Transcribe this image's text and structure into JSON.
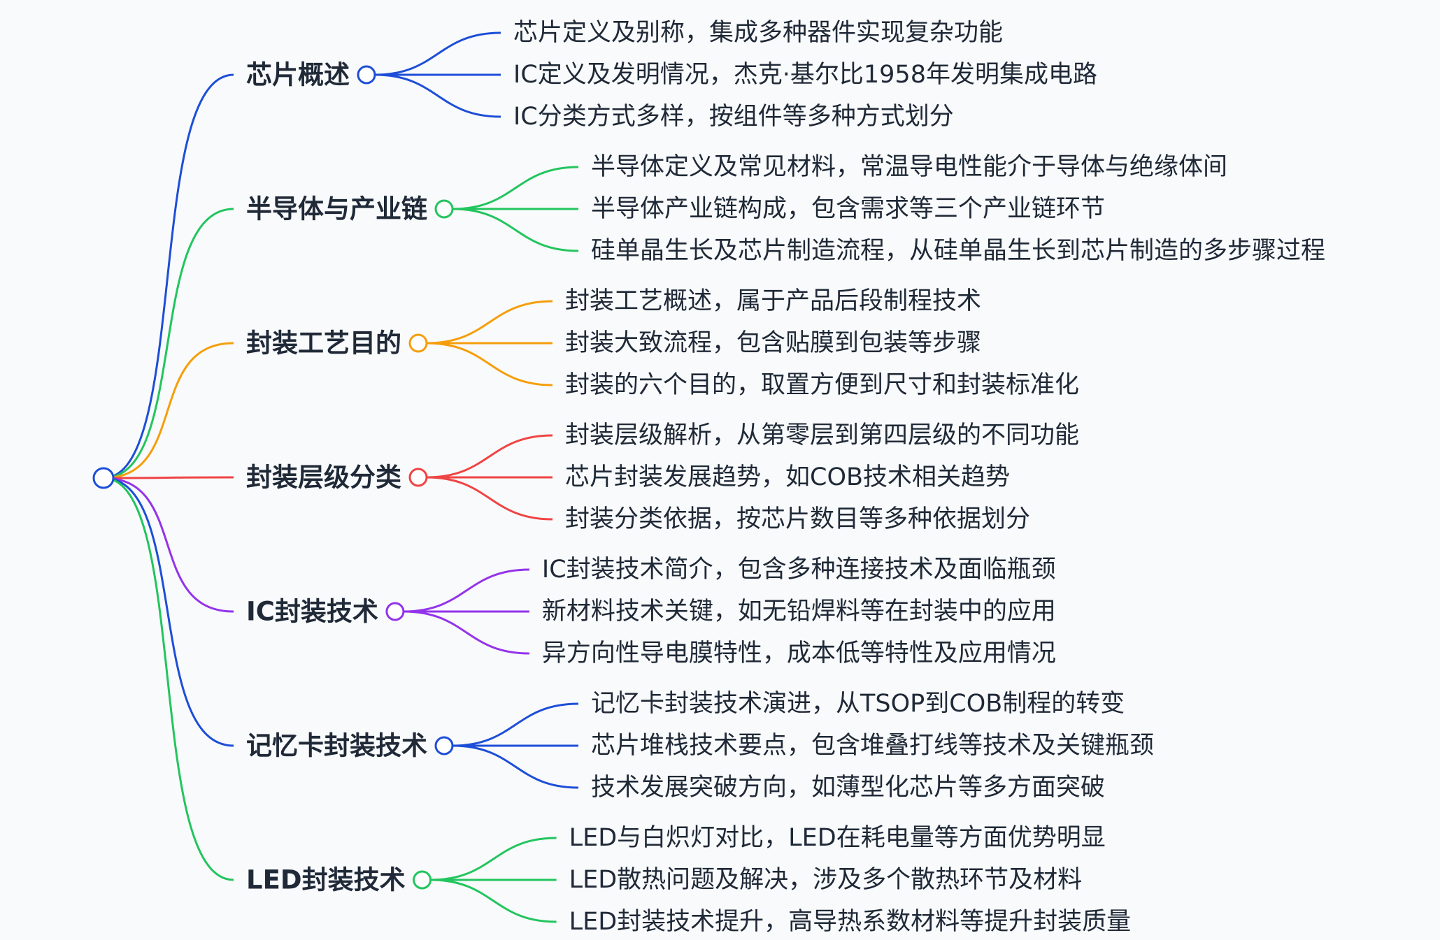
{
  "mindmap": {
    "branches": [
      {
        "id": "chip-overview",
        "label": "芯片概述",
        "color": "#1d4ed8",
        "children": [
          "芯片定义及别称，集成多种器件实现复杂功能",
          "IC定义及发明情况，杰克·基尔比1958年发明集成电路",
          "IC分类方式多样，按组件等多种方式划分"
        ]
      },
      {
        "id": "semiconductor-chain",
        "label": "半导体与产业链",
        "color": "#22c55e",
        "children": [
          "半导体定义及常见材料，常温导电性能介于导体与绝缘体间",
          "半导体产业链构成，包含需求等三个产业链环节",
          "硅单晶生长及芯片制造流程，从硅单晶生长到芯片制造的多步骤过程"
        ]
      },
      {
        "id": "packaging-purpose",
        "label": "封装工艺目的",
        "color": "#f59e0b",
        "children": [
          "封装工艺概述，属于产品后段制程技术",
          "封装大致流程，包含贴膜到包装等步骤",
          "封装的六个目的，取置方便到尺寸和封装标准化"
        ]
      },
      {
        "id": "packaging-levels",
        "label": "封装层级分类",
        "color": "#ef4444",
        "children": [
          "封装层级解析，从第零层到第四层级的不同功能",
          "芯片封装发展趋势，如COB技术相关趋势",
          "封装分类依据，按芯片数目等多种依据划分"
        ]
      },
      {
        "id": "ic-packaging",
        "label": "IC封装技术",
        "color": "#9333ea",
        "children": [
          "IC封装技术简介，包含多种连接技术及面临瓶颈",
          "新材料技术关键，如无铅焊料等在封装中的应用",
          "异方向性导电膜特性，成本低等特性及应用情况"
        ]
      },
      {
        "id": "memory-card-packaging",
        "label": "记忆卡封装技术",
        "color": "#1d4ed8",
        "children": [
          "记忆卡封装技术演进，从TSOP到COB制程的转变",
          "芯片堆栈技术要点，包含堆叠打线等技术及关键瓶颈",
          "技术发展突破方向，如薄型化芯片等多方面突破"
        ]
      },
      {
        "id": "led-packaging",
        "label": "LED封装技术",
        "color": "#22c55e",
        "children": [
          "LED与白炽灯对比，LED在耗电量等方面优势明显",
          "LED散热问题及解决，涉及多个散热环节及材料",
          "LED封装技术提升，高导热系数材料等提升封装质量"
        ]
      }
    ]
  }
}
